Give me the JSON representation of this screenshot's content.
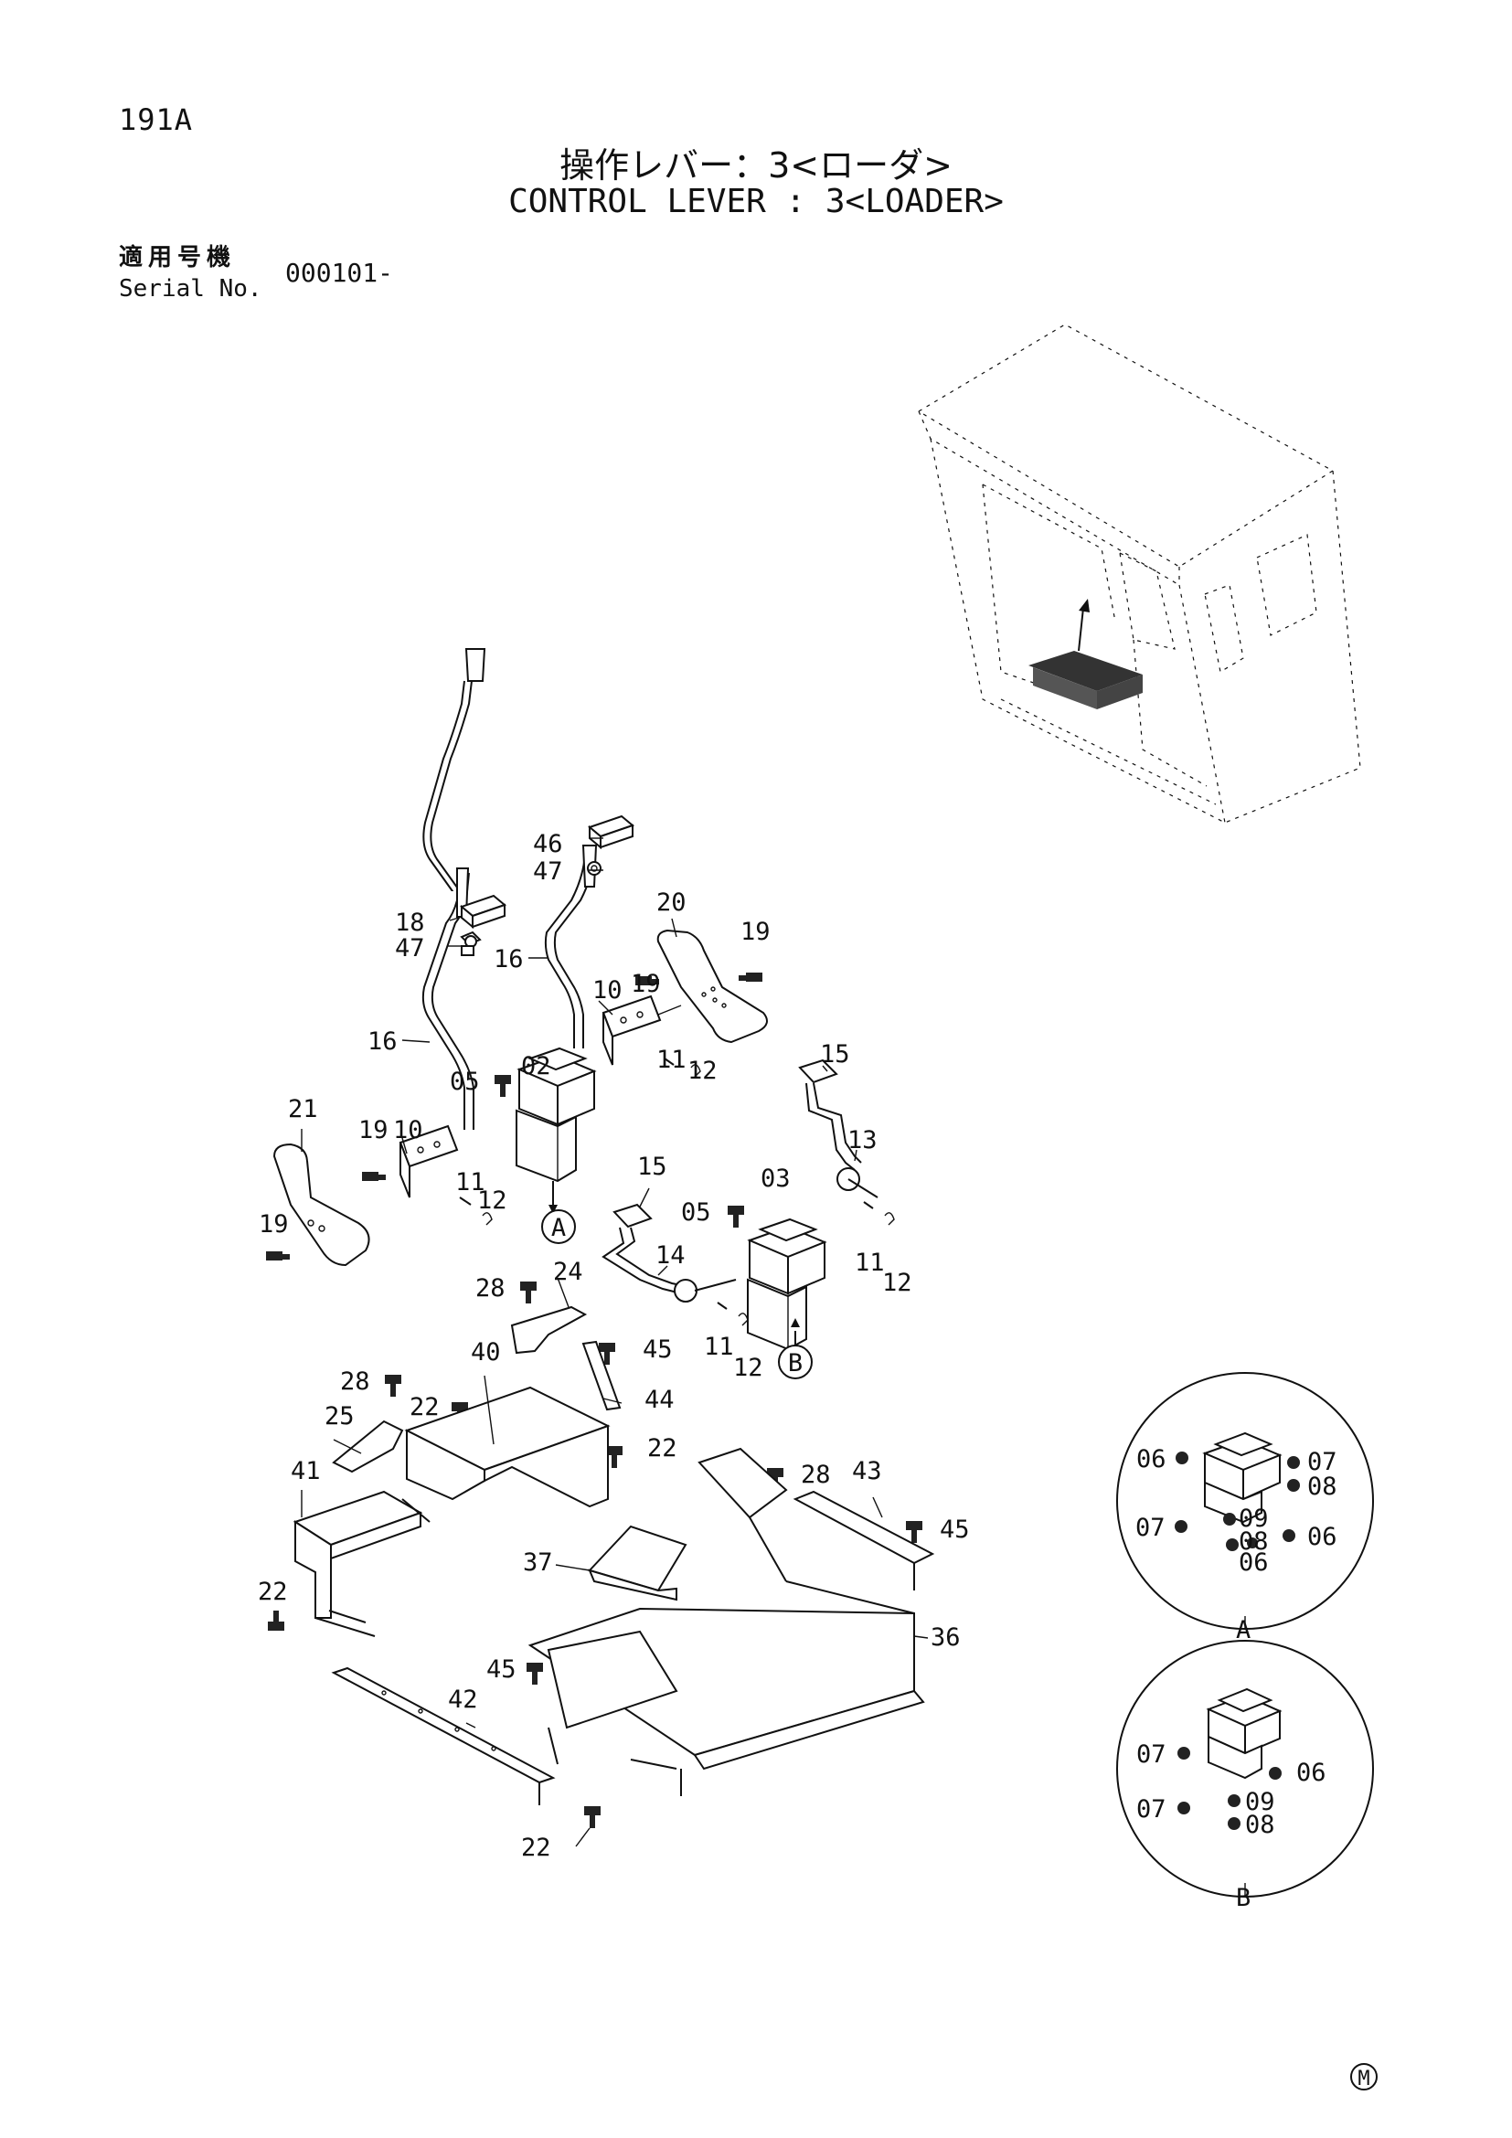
{
  "header": {
    "page_code": "191A",
    "title_jp": "操作レバー：3<ローダ>",
    "title_en": "CONTROL LEVER : 3<LOADER>",
    "serial_label_jp": "適用号機",
    "serial_label_en": "Serial No.",
    "serial_value": "000101-"
  },
  "callouts": {
    "p46": "46",
    "p47a": "47",
    "p18": "18",
    "p47b": "47",
    "p20": "20",
    "p19a": "19",
    "p16a": "16",
    "p19b": "19",
    "p10a": "10",
    "p16b": "16",
    "p05a": "05",
    "p02": "02",
    "p11a": "11",
    "p12a": "12",
    "p15a": "15",
    "p21": "21",
    "p19c": "19",
    "p10b": "10",
    "p13": "13",
    "p11b": "11",
    "p12b": "12",
    "p15b": "15",
    "p03": "03",
    "p19d": "19",
    "p05b": "05",
    "p11c": "11",
    "p12c": "12",
    "p14": "14",
    "p28a": "28",
    "p24": "24",
    "p45a": "45",
    "p11d": "11",
    "p12d": "12",
    "p40": "40",
    "p44": "44",
    "p28b": "28",
    "p22a": "22",
    "p25": "25",
    "p22b": "22",
    "p41": "41",
    "p28c": "28",
    "p43": "43",
    "p45b": "45",
    "p37": "37",
    "p22c": "22",
    "p36": "36",
    "p45c": "45",
    "p42": "42",
    "p22d": "22"
  },
  "markers": {
    "a": "A",
    "b": "B",
    "m": "M"
  },
  "detail_a": {
    "label": "A",
    "p06a": "06",
    "p07a": "07",
    "p08a": "08",
    "p07b": "07",
    "p09": "09",
    "p08b": "08",
    "p06b": "06",
    "p06c": "06"
  },
  "detail_b": {
    "label": "B",
    "p07a": "07",
    "p06": "06",
    "p07b": "07",
    "p09": "09",
    "p08": "08"
  }
}
